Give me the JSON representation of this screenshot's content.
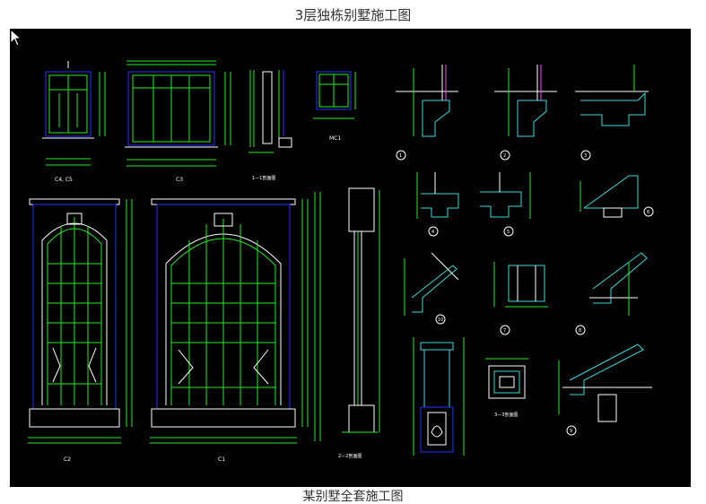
{
  "page": {
    "title": "3层独栋别墅施工图",
    "caption": "某别墅全套施工图"
  },
  "drawing": {
    "background": "#000000",
    "colors": {
      "blue": "#2233ff",
      "green": "#22ee22",
      "cyan": "#33dddd",
      "white": "#ffffff",
      "magenta": "#ff44ff",
      "yellow": "#eeee33",
      "red": "#ff3333"
    },
    "labels": {
      "c4_c5": "C4, C5",
      "c3": "C3",
      "mc1": "MC1",
      "sec_1_1": "1—1剖面图",
      "c2": "C2",
      "c1": "C1",
      "sec_2_2": "2—2剖面图",
      "node_1": "1",
      "node_2": "2",
      "node_3": "3",
      "node_4": "4",
      "node_5": "5",
      "node_6": "6",
      "node_7": "7",
      "node_8": "8",
      "node_9": "9",
      "node_10": "10",
      "sec_3_3": "3—3剖面图"
    }
  }
}
